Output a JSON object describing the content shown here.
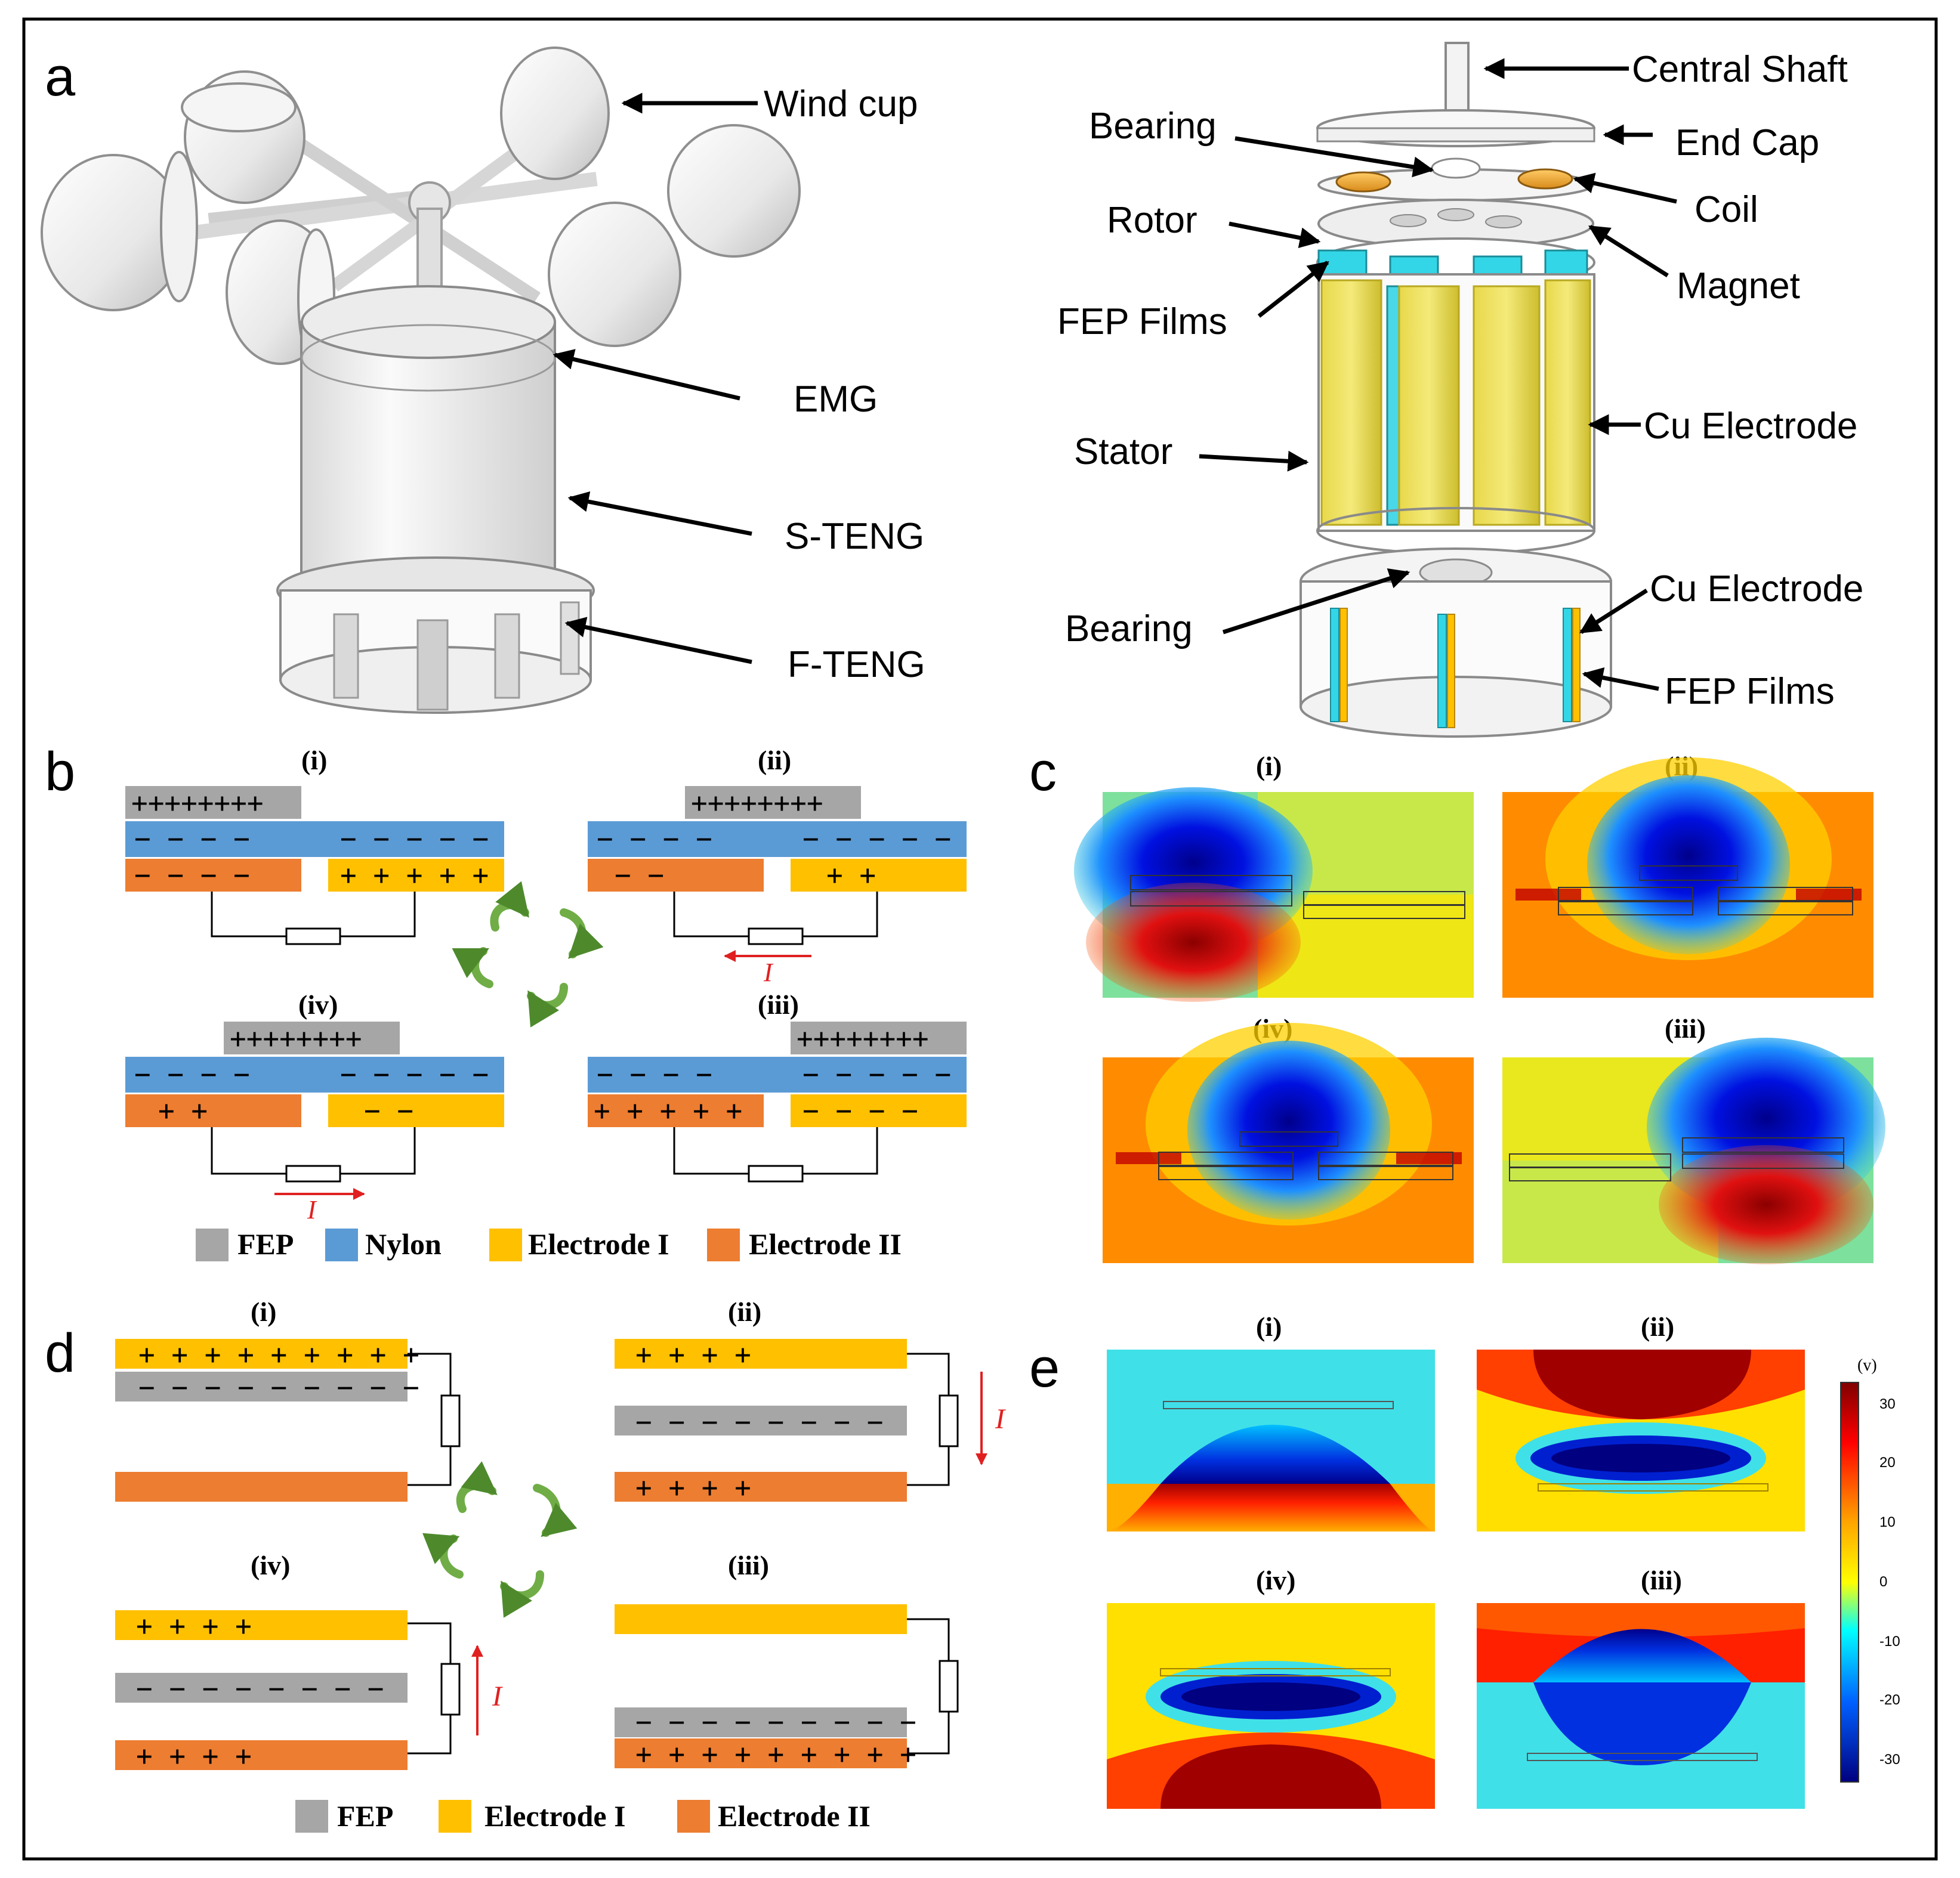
{
  "panels": {
    "a": "a",
    "b": "b",
    "c": "c",
    "d": "d",
    "e": "e"
  },
  "panel_a": {
    "left_callouts": {
      "wind_cup": "Wind cup",
      "emg": "EMG",
      "s_teng": "S-TENG",
      "f_teng": "F-TENG"
    },
    "right_callouts": {
      "central_shaft": "Central Shaft",
      "end_cap": "End Cap",
      "bearing_top": "Bearing",
      "coil": "Coil",
      "rotor": "Rotor",
      "magnet": "Magnet",
      "fep_films_top": "FEP Films",
      "cu_electrode_top": "Cu Electrode",
      "stator": "Stator",
      "cu_electrode_bottom": "Cu Electrode",
      "bearing_bottom": "Bearing",
      "fep_films_bottom": "FEP Films"
    }
  },
  "panel_b": {
    "stages": {
      "i": "(i)",
      "ii": "(ii)",
      "iii": "(iii)",
      "iv": "(iv)"
    },
    "charges": {
      "i": {
        "fep": "++++++++",
        "nylon_left": "− − − −",
        "nylon_right": "− − − − −",
        "el2": "− − − −",
        "el1": "+ + + + +"
      },
      "ii": {
        "fep": "++++++++",
        "nylon_left": "− − − −",
        "nylon_right": "− − − − −",
        "el2": "−     −",
        "el1": "+     +"
      },
      "iii": {
        "fep": "++++++++",
        "nylon_left": "− − − −",
        "nylon_right": "− − − − −",
        "el2": "+ + + + +",
        "el1": "− − − −"
      },
      "iv": {
        "fep": "++++++++",
        "nylon_left": "− − − −",
        "nylon_right": "− − − − −",
        "el2": "+     +",
        "el1": "−     −"
      }
    },
    "current_label": "I",
    "legend": [
      {
        "label": "FEP",
        "color": "#a6a6a6"
      },
      {
        "label": "Nylon",
        "color": "#5b9bd5"
      },
      {
        "label": "Electrode I",
        "color": "#ffc000"
      },
      {
        "label": "Electrode II",
        "color": "#ed7d31"
      }
    ]
  },
  "panel_c": {
    "stages": {
      "i": "(i)",
      "ii": "(ii)",
      "iii": "(iii)",
      "iv": "(iv)"
    }
  },
  "panel_d": {
    "stages": {
      "i": "(i)",
      "ii": "(ii)",
      "iii": "(iii)",
      "iv": "(iv)"
    },
    "charges": {
      "i": {
        "top": "+ + + + + + + + +",
        "fep": "− − − − − − − − −"
      },
      "ii": {
        "top": "+     +     +     +",
        "fep": "− − − − − − − −",
        "bottom": "+     +     +     +"
      },
      "iii": {
        "fep": "− − − − − − − − −",
        "bottom": "+ + + + + + + + +"
      },
      "iv": {
        "top": "+     +     +     +",
        "fep": "− − − − − − − −",
        "bottom": "+     +     +     +"
      }
    },
    "current_label": "I",
    "legend": [
      {
        "label": "FEP",
        "color": "#a6a6a6"
      },
      {
        "label": "Electrode I",
        "color": "#ffc000"
      },
      {
        "label": "Electrode II",
        "color": "#ed7d31"
      }
    ]
  },
  "panel_e": {
    "stages": {
      "i": "(i)",
      "ii": "(ii)",
      "iii": "(iii)",
      "iv": "(iv)"
    },
    "colorbar": {
      "unit": "(v)",
      "ticks": [
        "30",
        "20",
        "10",
        "0",
        "-10",
        "-20",
        "-30"
      ]
    }
  },
  "colors": {
    "fep": "#a6a6a6",
    "nylon": "#5b9bd5",
    "electrode_i": "#ffc000",
    "electrode_ii": "#ed7d31",
    "current": "#e02020",
    "cycle": "#70ad47"
  }
}
